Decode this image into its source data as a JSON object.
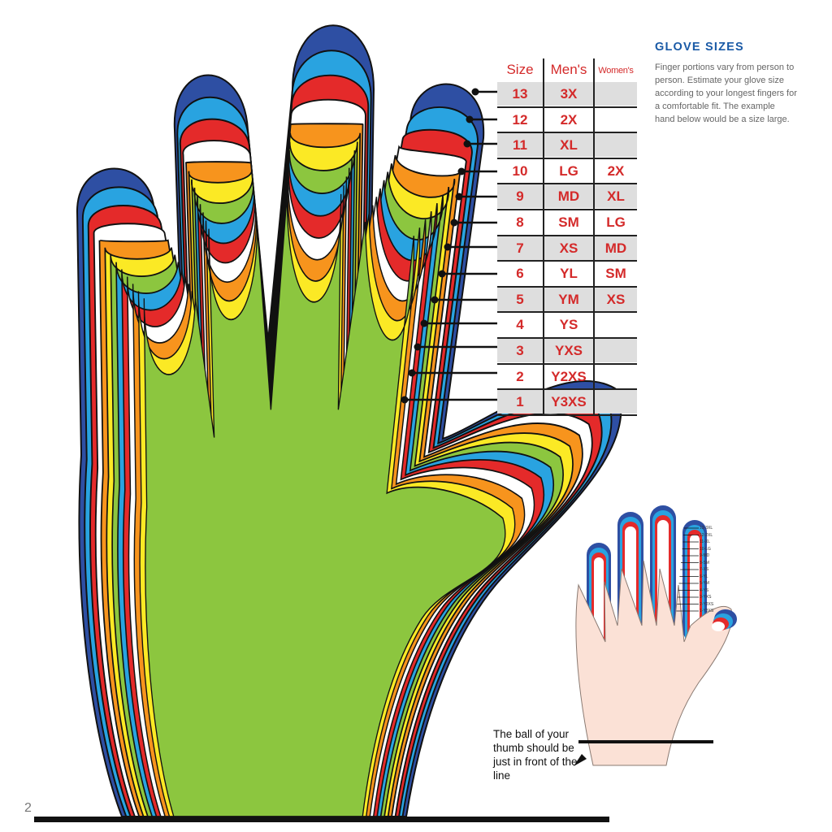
{
  "title": "GLOVE SIZES",
  "description": "Finger portions vary from person to person. Estimate your glove size according to your longest fingers for a comfortable fit. The example hand below would be a size large.",
  "table": {
    "headers": [
      "Size",
      "Men's",
      "Women's"
    ],
    "rows": [
      {
        "size": "13",
        "mens": "3X",
        "womens": ""
      },
      {
        "size": "12",
        "mens": "2X",
        "womens": ""
      },
      {
        "size": "11",
        "mens": "XL",
        "womens": ""
      },
      {
        "size": "10",
        "mens": "LG",
        "womens": "2X"
      },
      {
        "size": "9",
        "mens": "MD",
        "womens": "XL"
      },
      {
        "size": "8",
        "mens": "SM",
        "womens": "LG"
      },
      {
        "size": "7",
        "mens": "XS",
        "womens": "MD"
      },
      {
        "size": "6",
        "mens": "YL",
        "womens": "SM"
      },
      {
        "size": "5",
        "mens": "YM",
        "womens": "XS"
      },
      {
        "size": "4",
        "mens": "YS",
        "womens": ""
      },
      {
        "size": "3",
        "mens": "YXS",
        "womens": ""
      },
      {
        "size": "2",
        "mens": "Y2XS",
        "womens": ""
      },
      {
        "size": "1",
        "mens": "Y3XS",
        "womens": ""
      }
    ]
  },
  "thumb_note": "The ball of your thumb should be just in front of the line",
  "page_number": "2",
  "mini_labels": [
    "13-3XL",
    "12-2XL",
    "11-XL",
    "10-LG",
    "9-MD",
    "8-SM",
    "7-XS",
    "6-YL",
    "5-YM",
    "4-YS",
    "3-YXS",
    "2-Y2XS",
    "1-Y3XS"
  ],
  "colors": {
    "size_13": "#2e4fa3",
    "size_12": "#29a3e0",
    "size_11": "#e42a2a",
    "size_10": "#ffffff",
    "size_9": "#f7941d",
    "size_8": "#fbe925",
    "size_7": "#8cc63f",
    "size_6": "#29a3e0",
    "size_5": "#e42a2a",
    "size_4": "#ffffff",
    "size_3": "#f7941d",
    "size_2": "#fbe925",
    "size_1": "#8cc63f",
    "table_text": "#d42a2a",
    "title": "#1a5aa6",
    "skin": "#fbe1d6"
  }
}
